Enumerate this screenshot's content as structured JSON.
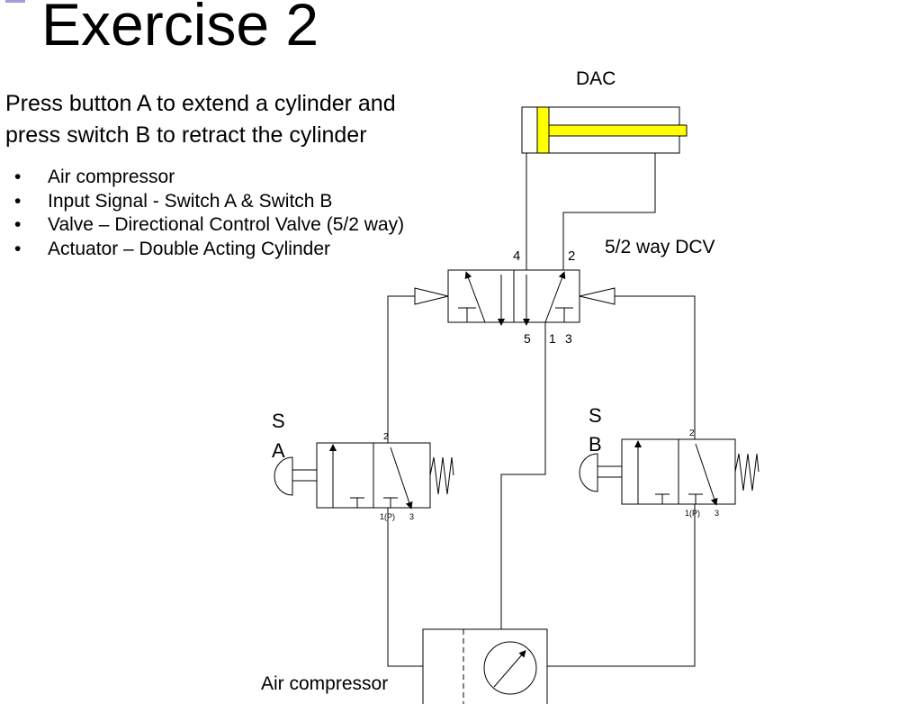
{
  "title": "Exercise 2",
  "intro_lines": [
    "Press button A to extend a cylinder and",
    "press switch B to retract the cylinder"
  ],
  "bullets": [
    "Air compressor",
    "Input Signal - Switch A & Switch B",
    "Valve – Directional Control Valve (5/2 way)",
    "Actuator – Double  Acting Cylinder"
  ],
  "labels": {
    "cylinder": "DAC",
    "dcv": "5/2 way DCV",
    "compressor": "Air compressor",
    "switch_a_line1": "S",
    "switch_a_line2": "A",
    "switch_b_line1": "S",
    "switch_b_line2": "B"
  },
  "ports": {
    "dcv_4": "4",
    "dcv_2": "2",
    "dcv_5": "5",
    "dcv_1": "1",
    "dcv_3": "3",
    "sw_out": "2",
    "sw_in": "1(P)",
    "sw_exh": "3"
  },
  "colors": {
    "piston": "#ffff00",
    "line": "#000000"
  }
}
